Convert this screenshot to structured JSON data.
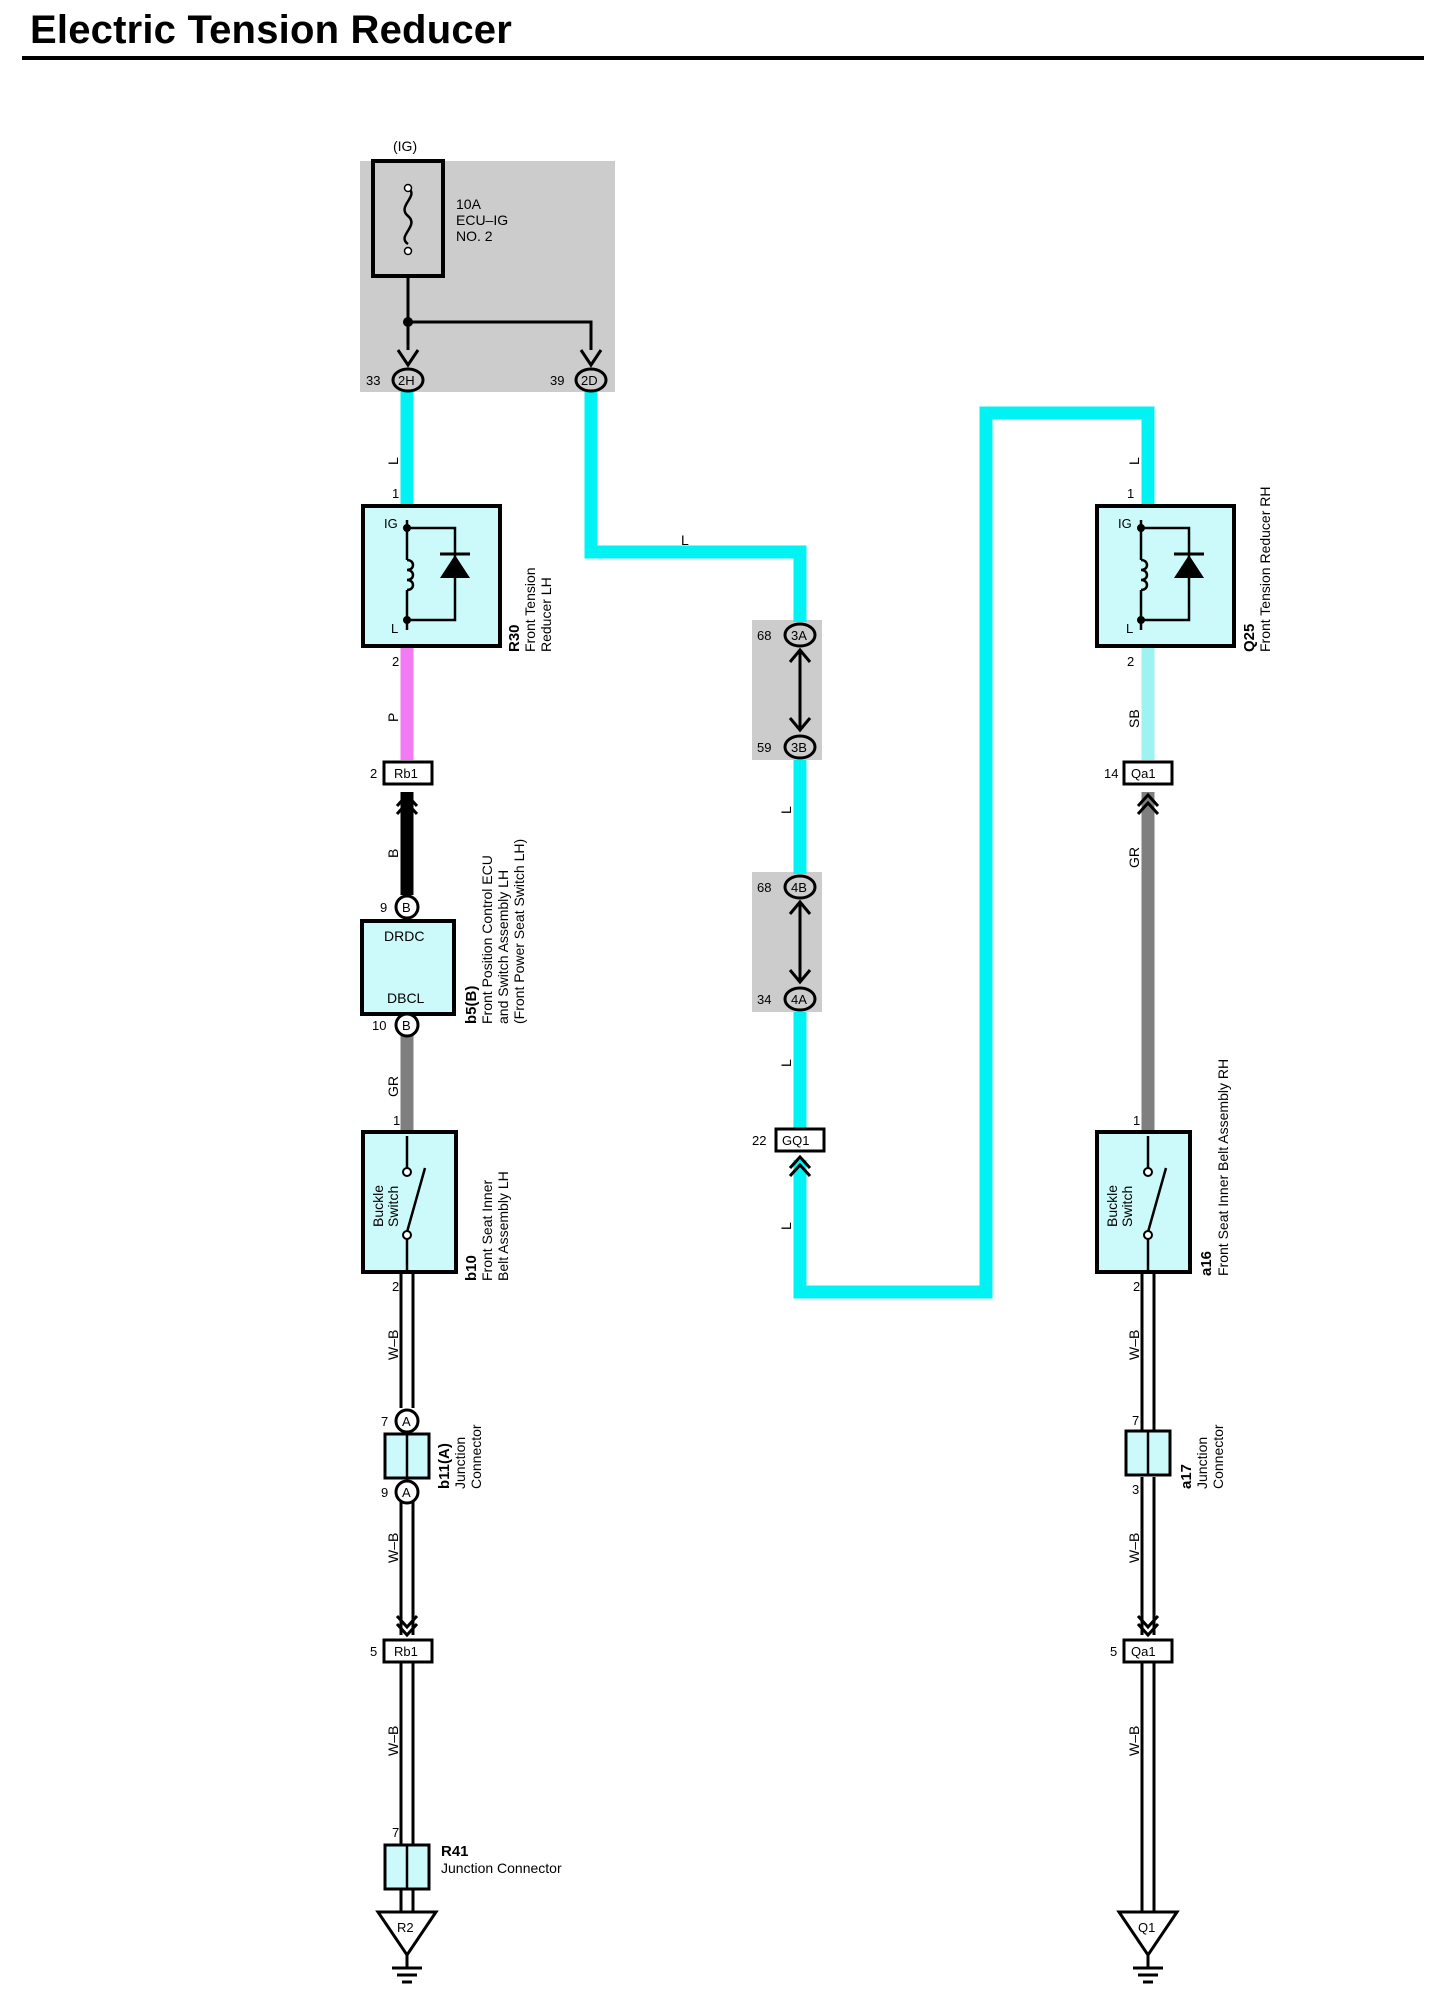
{
  "title": "Electric Tension Reducer",
  "colors": {
    "L": "#00f2f2",
    "P": "#f27af2",
    "B": "#000000",
    "GR": "#7f7f7f",
    "SB": "#9ef2f2",
    "W-B": "#000000",
    "component_fill": "#ccfafa",
    "grey_block": "#cccccc"
  },
  "power": {
    "source": "(IG)",
    "fuse_rating": "10A",
    "fuse_name": "ECU–IG",
    "fuse_no": "NO. 2",
    "pin_a": "33",
    "conn_a": "2H",
    "pin_b": "39",
    "conn_b": "2D"
  },
  "wires": {
    "left_top": "L",
    "middle_top": "L",
    "middle_mid": "L",
    "middle_low": "L",
    "middle_bottom": "L",
    "right_top": "L",
    "left_p": "P",
    "left_b": "B",
    "left_gr": "GR",
    "left_wb1": "W–B",
    "left_wb2": "W–B",
    "left_wb3": "W–B",
    "right_sb": "SB",
    "right_gr": "GR",
    "right_wb1": "W–B",
    "right_wb2": "W–B",
    "right_wb3": "W–B"
  },
  "r30": {
    "code": "R30",
    "name_line1": "Front Tension",
    "name_line2": "Reducer LH",
    "term_ig": "IG",
    "term_l": "L",
    "pin_top": "1",
    "pin_bottom": "2"
  },
  "q25": {
    "code": "Q25",
    "name": "Front Tension Reducer RH",
    "term_ig": "IG",
    "term_l": "L",
    "pin_top": "1",
    "pin_bottom": "2"
  },
  "rb1_top": {
    "pin": "2",
    "label": "Rb1"
  },
  "b5": {
    "code": "b5(B)",
    "line1": "Front Position Control ECU",
    "line2": "and Switch Assembly LH",
    "line3": "(Front Power Seat Switch LH)",
    "pin_top": "9",
    "pin_bottom": "10",
    "conn": "B",
    "term_top": "DRDC",
    "term_bottom": "DBCL"
  },
  "b10": {
    "code": "b10",
    "line1": "Front Seat Inner",
    "line2": "Belt Assembly LH",
    "switch_line1": "Buckle",
    "switch_line2": "Switch",
    "pin_top": "1",
    "pin_bottom": "2"
  },
  "b11": {
    "code": "b11(A)",
    "line1": "Junction",
    "line2": "Connector",
    "pin_top": "7",
    "pin_bottom": "9",
    "conn": "A"
  },
  "rb1_bottom": {
    "pin": "5",
    "label": "Rb1"
  },
  "r41": {
    "code": "R41",
    "name": "Junction Connector",
    "pin": "7"
  },
  "ground_left": "R2",
  "jc": {
    "p68a": "68",
    "c3a": "3A",
    "p59": "59",
    "c3b": "3B",
    "p68b": "68",
    "c4b": "4B",
    "p34": "34",
    "c4a": "4A",
    "p22": "22",
    "gq1": "GQ1"
  },
  "qa1_top": {
    "pin": "14",
    "label": "Qa1"
  },
  "a16": {
    "code": "a16",
    "name": "Front Seat Inner Belt Assembly RH",
    "switch_line1": "Buckle",
    "switch_line2": "Switch",
    "pin_top": "1",
    "pin_bottom": "2"
  },
  "a17": {
    "code": "a17",
    "line1": "Junction",
    "line2": "Connector",
    "pin_top": "7",
    "pin_bottom": "3"
  },
  "qa1_bottom": {
    "pin": "5",
    "label": "Qa1"
  },
  "ground_right": "Q1"
}
